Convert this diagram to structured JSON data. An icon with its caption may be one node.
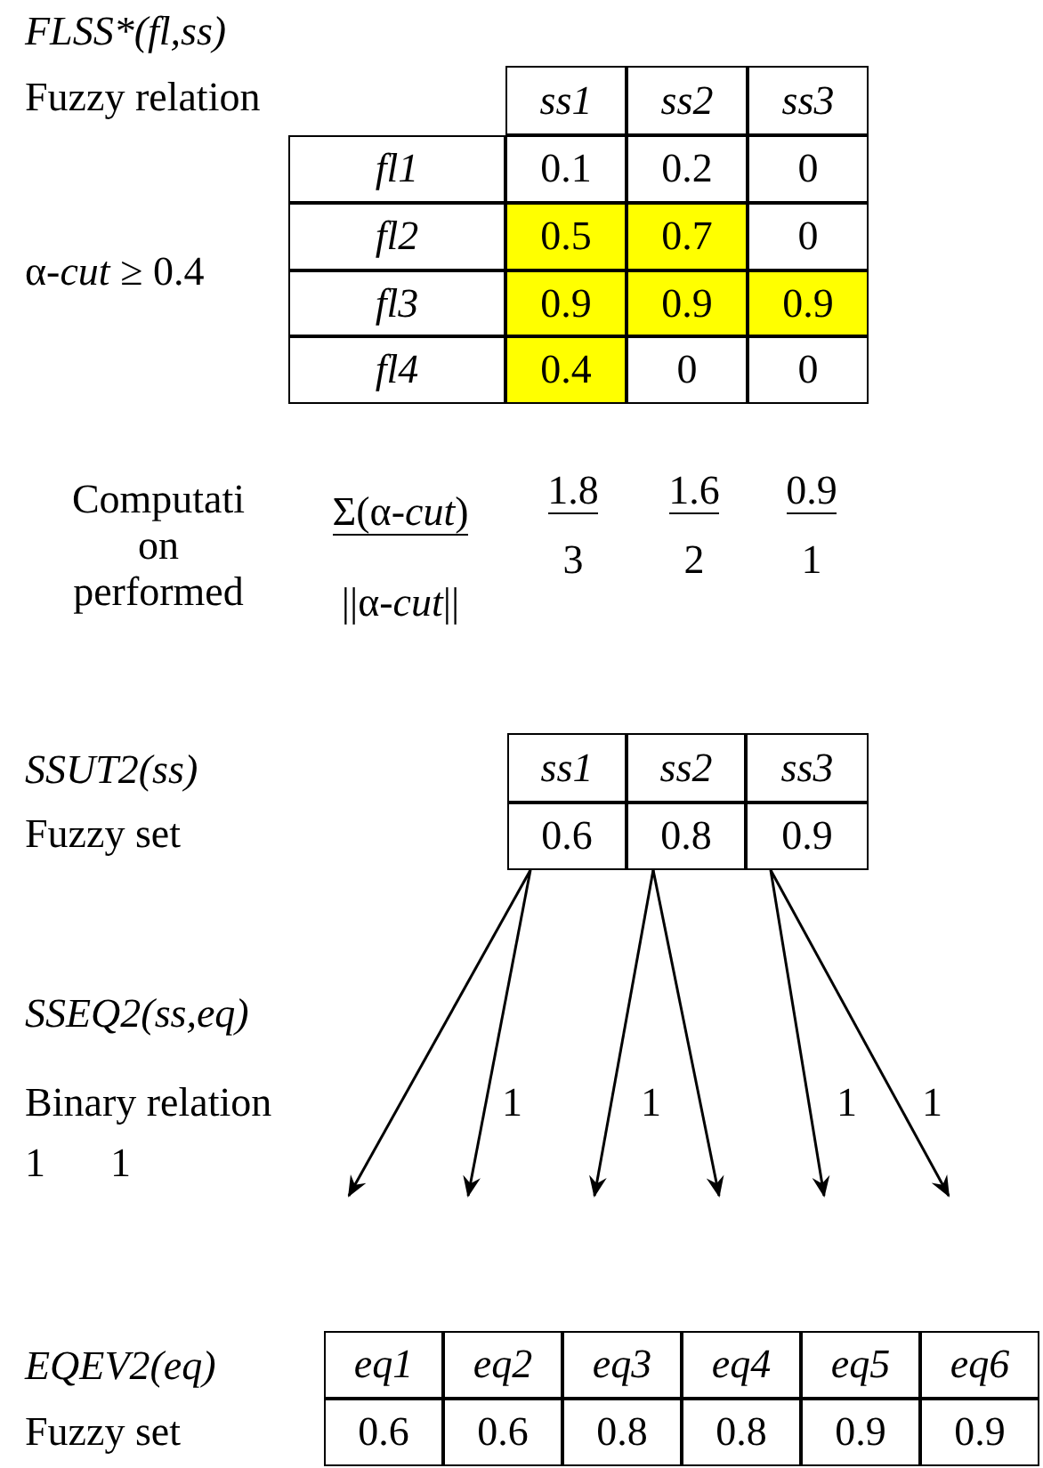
{
  "diagram": {
    "nodes": [
      {
        "text": [
          "0.6"
        ]
      },
      {
        "text": [
          "0.8"
        ]
      },
      {
        "text": [
          "0.9"
        ]
      }
    ],
    "edges": [
      {
        "from": 0,
        "to": null,
        "arrow": "to"
      },
      {
        "from": 0,
        "to": null,
        "arrow": "to"
      },
      {
        "from": 1,
        "to": null,
        "arrow": "to"
      },
      {
        "from": 1,
        "to": null,
        "arrow": "to"
      },
      {
        "from": 2,
        "to": null,
        "arrow": "to"
      },
      {
        "from": 2,
        "to": null,
        "arrow": "to"
      }
    ],
    "labels": [
      "FLSS*(fl,ss)",
      "Fuzzy relation",
      "ss1",
      "ss2",
      "ss3",
      "fl1",
      "0.1",
      "0.2",
      "0",
      "α-*cut* ≥ 0.4",
      "fl2",
      "0.5",
      "0.7",
      "0",
      "fl3",
      "0.9",
      "0.9",
      "0.9",
      "fl4",
      "0.4",
      "0",
      "0",
      "Computati on performed",
      "Σ(α-*cut*)",
      "||α-*cut*||",
      "1.8",
      "3",
      "1.6",
      "2",
      "0.9",
      "1",
      "SSUT2(ss)",
      "Fuzzy set",
      "ss1",
      "ss2",
      "ss3",
      "SSEQ2(ss,eq)",
      "Binary relation",
      "1",
      "1",
      "1",
      "1",
      "1",
      "1",
      "EQEV2(eq)",
      "eq1",
      "eq2",
      "eq3",
      "eq4",
      "eq5",
      "eq6",
      "Fuzzy set",
      "0.6",
      "0.6",
      "0.8",
      "0.8",
      "0.9",
      "0.9"
    ]
  }
}
